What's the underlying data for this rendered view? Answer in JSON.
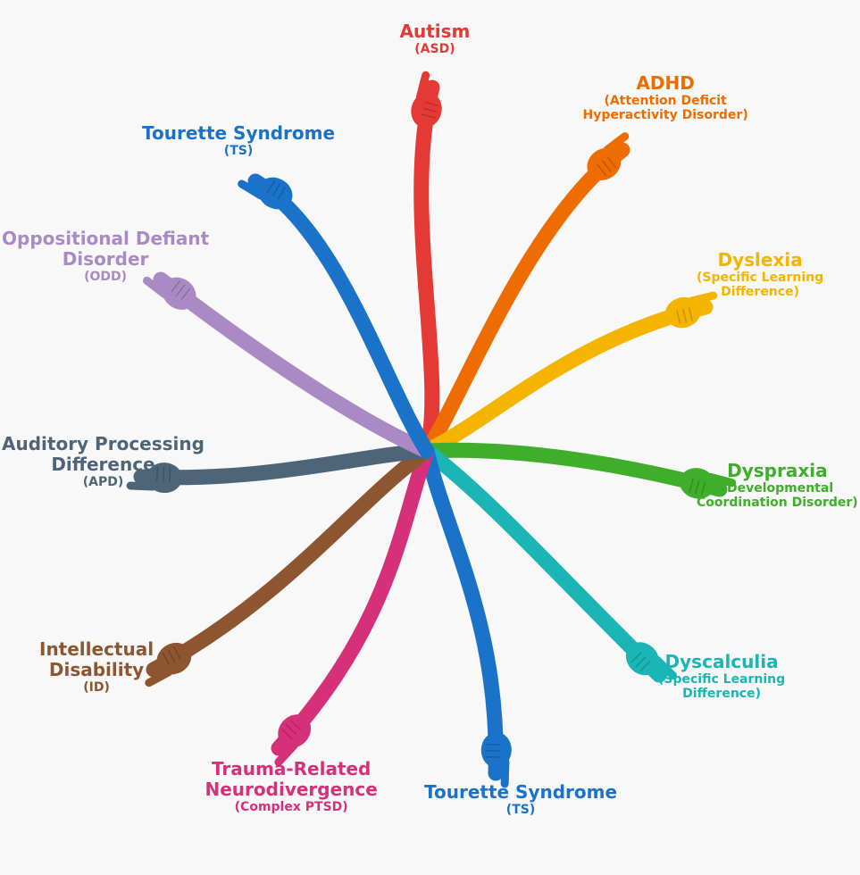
{
  "branches": [
    {
      "id": "autism",
      "title": [
        "Autism"
      ],
      "sub": [
        "(ASD)"
      ],
      "color": "#e53935"
    },
    {
      "id": "adhd",
      "title": [
        "ADHD"
      ],
      "sub": [
        "(Attention Deficit",
        "Hyperactivity Disorder)"
      ],
      "color": "#ef6c00"
    },
    {
      "id": "dyslexia",
      "title": [
        "Dyslexia"
      ],
      "sub": [
        "(Specific Learning",
        "Difference)"
      ],
      "color": "#f4b400"
    },
    {
      "id": "dyspraxia",
      "title": [
        "Dyspraxia"
      ],
      "sub": [
        "(Developmental",
        "Coordination Disorder)"
      ],
      "color": "#3fae2a"
    },
    {
      "id": "dyscalculia",
      "title": [
        "Dyscalculia"
      ],
      "sub": [
        "(Specific Learning",
        "Difference)"
      ],
      "color": "#1bb5b5"
    },
    {
      "id": "tourette-bottom",
      "title": [
        "Tourette Syndrome"
      ],
      "sub": [
        "(TS)"
      ],
      "color": "#1a73c8"
    },
    {
      "id": "trauma",
      "title": [
        "Trauma-Related",
        "Neurodivergence"
      ],
      "sub": [
        "(Complex PTSD)"
      ],
      "color": "#d6307a"
    },
    {
      "id": "intellectual",
      "title": [
        "Intellectual",
        "Disability"
      ],
      "sub": [
        "(ID)"
      ],
      "color": "#8d5630"
    },
    {
      "id": "apd",
      "title": [
        "Auditory Processing",
        "Difference"
      ],
      "sub": [
        "(APD)"
      ],
      "color": "#4e6479"
    },
    {
      "id": "odd",
      "title": [
        "Oppositional Defiant",
        "Disorder"
      ],
      "sub": [
        "(ODD)"
      ],
      "color": "#a98ac4"
    },
    {
      "id": "tourette-top",
      "title": [
        "Tourette Syndrome"
      ],
      "sub": [
        "(TS)"
      ],
      "color": "#1a73c8"
    }
  ]
}
